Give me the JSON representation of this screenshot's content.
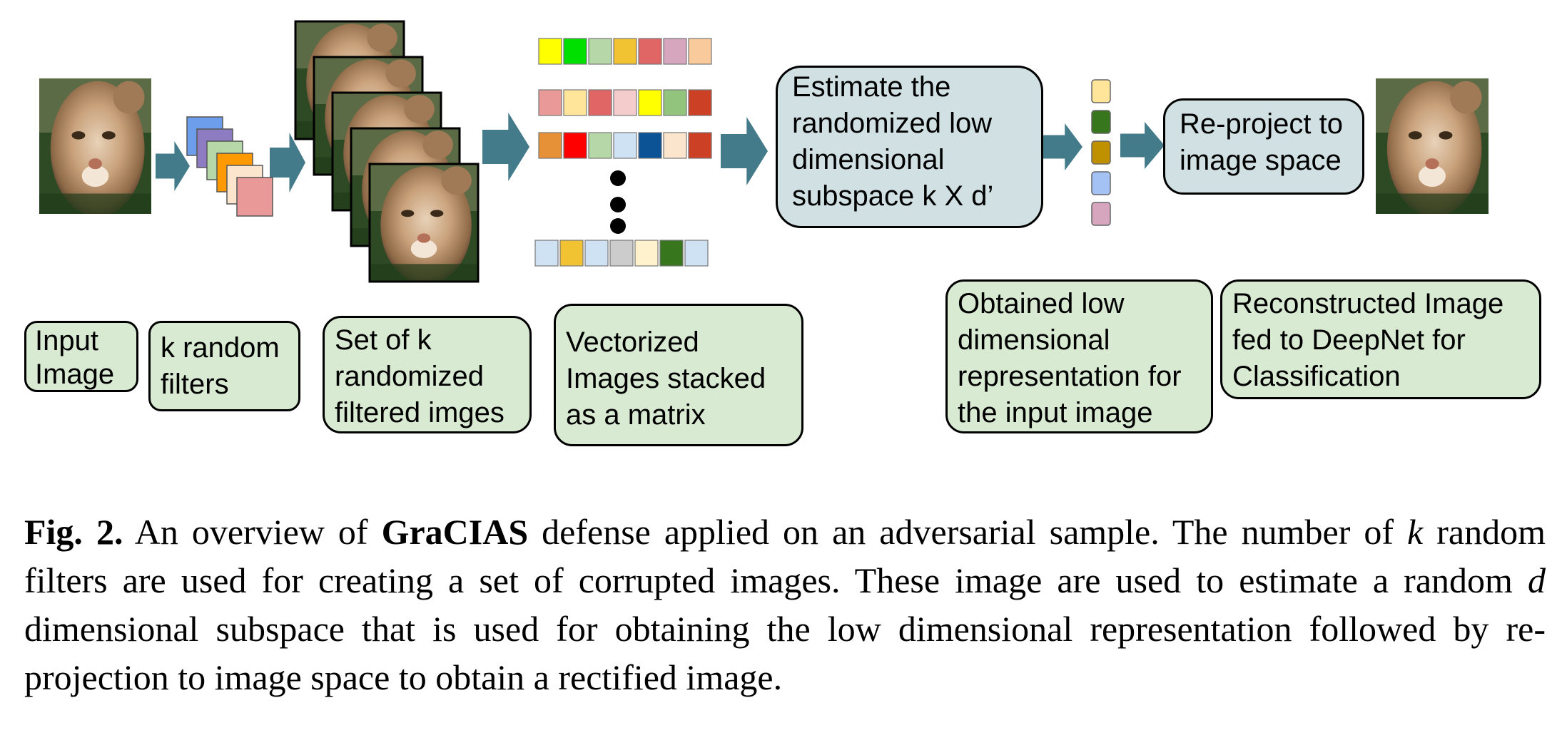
{
  "figure": {
    "input_label": "Input\nImage",
    "filters_label": "k random\nfilters",
    "filtered_label": "Set of k\nrandomized\nfiltered imges",
    "vectorized_label": "Vectorized\nImages stacked\nas a matrix",
    "estimate_box": "Estimate the\nrandomized low\ndimensional\nsubspace k X d’",
    "reproject_box": "Re-project to\nimage space",
    "lowdim_label": "Obtained low\ndimensional\nrepresentation for\nthe input image",
    "reconstructed_label": "Reconstructed Image\nfed to DeepNet for\nClassification",
    "arrow_color": "#447b8a",
    "matrix_rows": [
      [
        "#ffff00",
        "#00e000",
        "#b6d7a8",
        "#f1c232",
        "#e06666",
        "#d5a6bd",
        "#f9cb9c"
      ],
      [
        "#ea9999",
        "#ffe599",
        "#e06666",
        "#f4cccc",
        "#ffff00",
        "#93c47d",
        "#cc4125"
      ],
      [
        "#e69138",
        "#ff0000",
        "#b6d7a8",
        "#cfe2f3",
        "#0b5394",
        "#fce5cd",
        "#cc4125"
      ],
      [
        "#cfe2f3",
        "#f1c232",
        "#cfe2f3",
        "#cccccc",
        "#fff2cc",
        "#38761d",
        "#cfe2f3"
      ]
    ],
    "filter_colors": [
      "#6d9eeb",
      "#8e7cc3",
      "#b6d7a8",
      "#ff9900",
      "#fce5cd",
      "#ea9999"
    ],
    "lowdim_vector_colors": [
      "#ffe599",
      "#38761d",
      "#bf9000",
      "#a4c2f4",
      "#d5a6bd"
    ]
  },
  "caption": {
    "fig_label": "Fig. 2.",
    "text_a": " An overview of ",
    "method": "GraCIAS",
    "text_b": " defense applied on an adversarial sample. The number of ",
    "var_k": "k",
    "text_c": " random filters are used for creating a set of corrupted images. These image are used to estimate a random ",
    "var_d": "d",
    "text_d": " dimensional subspace that is used for obtaining the low dimensional representation followed by re-projection to image space to obtain a rectified image."
  }
}
